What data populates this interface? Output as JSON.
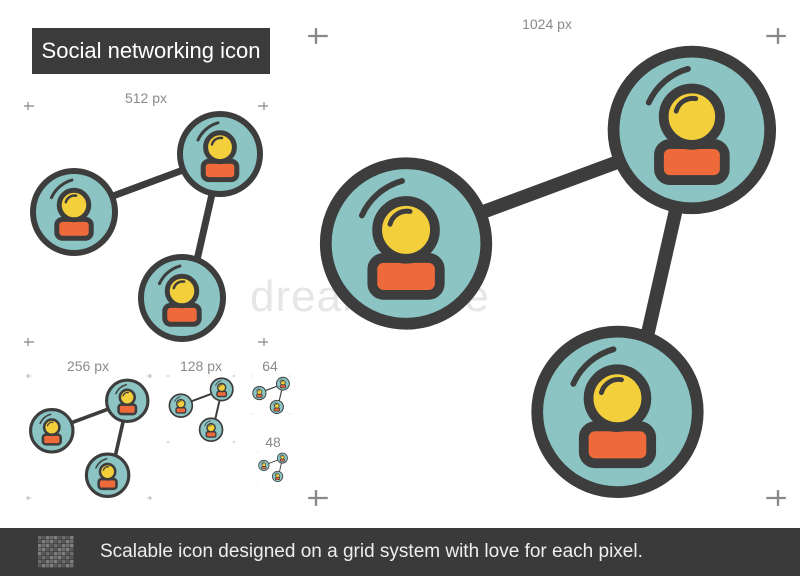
{
  "title": "Social networking icon",
  "sizes": {
    "s512": "512 px",
    "s256": "256 px",
    "s128": "128 px",
    "s64": "64",
    "s48": "48",
    "s1024": "1024 px"
  },
  "footer": {
    "text": "Scalable icon designed on a grid system with love for each pixel.",
    "grid_icon": "grid-pattern-icon"
  },
  "watermark": "dreamstime",
  "colors": {
    "teal": "#8cc4c4",
    "outline": "#3d3d3d",
    "head": "#f4cf3c",
    "body": "#ef6a3a",
    "footer_bg": "#3a3a3a",
    "title_bg": "#3b3b3b"
  }
}
